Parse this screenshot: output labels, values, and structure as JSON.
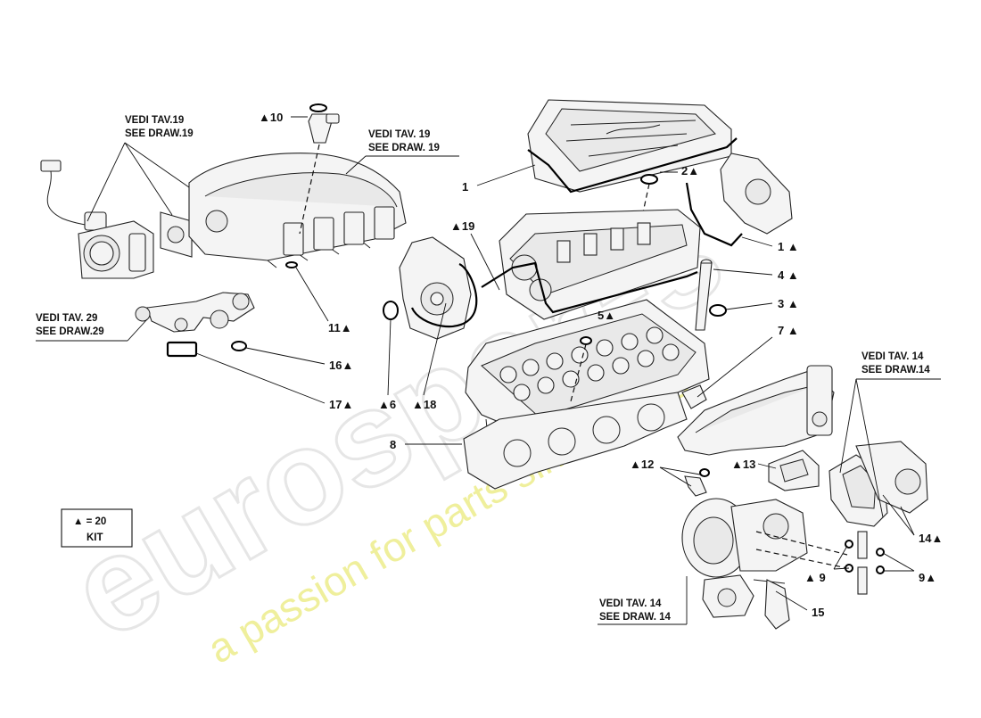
{
  "watermark": {
    "brand": "eurospares",
    "tagline": "a passion for parts since 1985"
  },
  "callouts": {
    "c1": "1",
    "c2": "2▲",
    "c1b": "1 ▲",
    "c4": "4 ▲",
    "c3": "3 ▲",
    "c5": "5▲",
    "c7": "7 ▲",
    "c8": "8",
    "c10": "▲10",
    "c11": "11▲",
    "c16": "16▲",
    "c17": "17▲",
    "c6": "▲6",
    "c18": "▲18",
    "c19": "▲19",
    "c12": "▲12",
    "c13": "▲13",
    "c14": "14▲",
    "c9a": "▲ 9",
    "c9b": "9▲",
    "c15": "15"
  },
  "references": {
    "draw19_left": [
      "VEDI TAV.19",
      "SEE DRAW.19"
    ],
    "draw19_right": [
      "VEDI TAV. 19",
      "SEE DRAW. 19"
    ],
    "draw29": [
      "VEDI TAV. 29",
      "SEE DRAW.29"
    ],
    "draw14_right": [
      "VEDI TAV. 14",
      "SEE DRAW.14"
    ],
    "draw14_bottom": [
      "VEDI TAV. 14",
      "SEE DRAW. 14"
    ]
  },
  "kit": {
    "line1": "▲ = 20",
    "line2": "KIT"
  },
  "colors": {
    "watermark_outline": "#e6e6e6",
    "watermark_tagline": "#efef9c",
    "ink": "#111111"
  }
}
